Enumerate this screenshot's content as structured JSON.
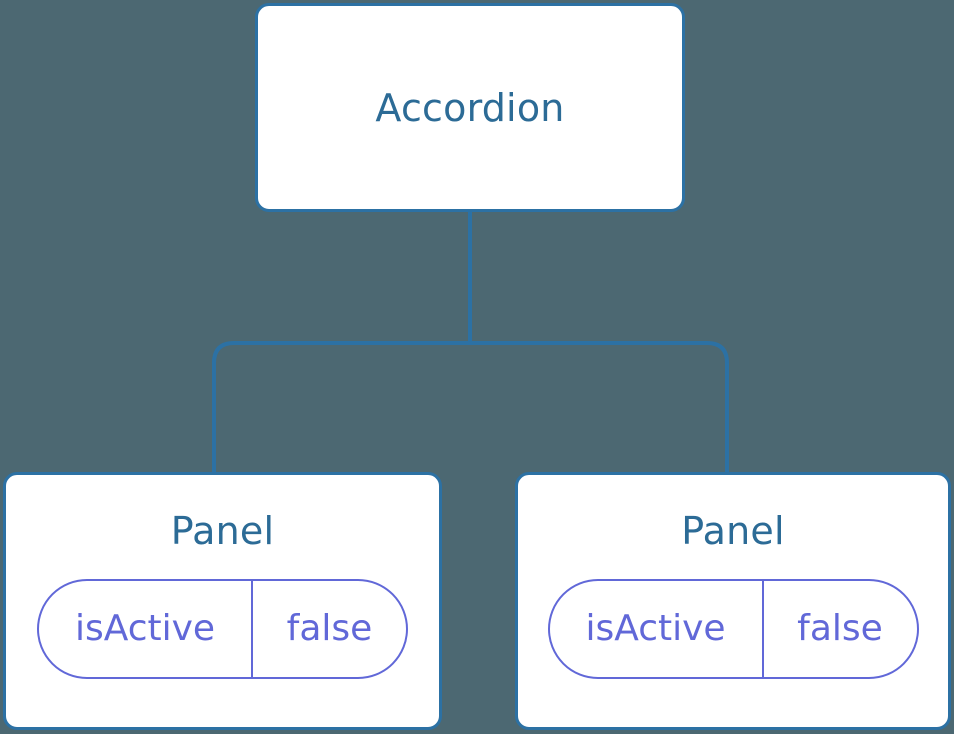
{
  "diagram": {
    "type": "component-tree",
    "background_color": "#4c6872",
    "node_border_color": "#2c71a4",
    "node_title_color": "#2c6b96",
    "state_color": "#6168d8",
    "edge_color": "#2c71a4",
    "root": {
      "title": "Accordion"
    },
    "children": [
      {
        "title": "Panel",
        "state": {
          "key": "isActive",
          "value": "false"
        }
      },
      {
        "title": "Panel",
        "state": {
          "key": "isActive",
          "value": "false"
        }
      }
    ],
    "edges": [
      {
        "from": "Accordion",
        "to": "Panel-1"
      },
      {
        "from": "Accordion",
        "to": "Panel-2"
      }
    ]
  }
}
